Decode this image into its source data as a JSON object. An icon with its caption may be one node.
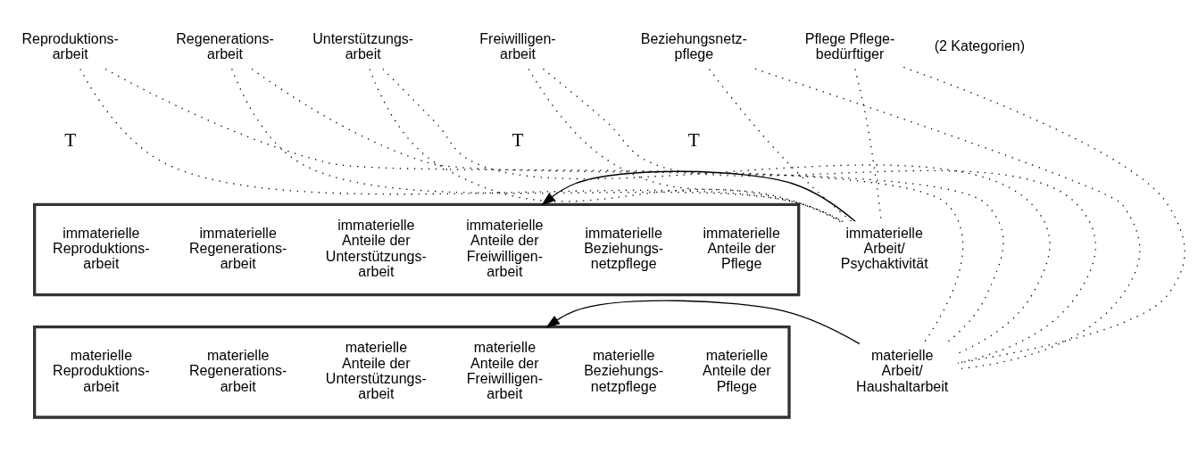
{
  "diagram": {
    "nodes": [
      {
        "text": [
          "Reproduktions- arbeit"
        ],
        "beside": [
          "T"
        ]
      },
      {
        "text": [
          "Regenerations- arbeit"
        ]
      },
      {
        "text": [
          "Unterstützungs- arbeit"
        ]
      },
      {
        "text": [
          "Freiwilligen- arbeit"
        ],
        "beside": [
          "T"
        ]
      },
      {
        "text": [
          "Beziehungsnetz- pflege"
        ],
        "beside": [
          "T"
        ]
      },
      {
        "text": [
          "Pflege Pflege- bedürftiger"
        ]
      },
      {
        "text": [],
        "shape": "box"
      },
      {
        "text": [
          "immaterielle Reproduktions- arbeit"
        ],
        "in": 6
      },
      {
        "text": [
          "immaterielle Regenerations- arbeit"
        ],
        "in": 6
      },
      {
        "text": [
          "immaterielle Anteile der Unterstützungs- arbeit"
        ],
        "in": 6
      },
      {
        "text": [
          "immaterielle Anteile der Freiwilligen- arbeit"
        ],
        "in": 6
      },
      {
        "text": [
          "immaterielle Beziehungs- netzpflege"
        ],
        "in": 6
      },
      {
        "text": [
          "immaterielle Anteile der Pflege"
        ],
        "in": 6
      },
      {
        "text": [],
        "shape": "box"
      },
      {
        "text": [
          "materielle Reproduktions- arbeit"
        ],
        "in": 13
      },
      {
        "text": [
          "materielle Regenerations- arbeit"
        ],
        "in": 13
      },
      {
        "text": [
          "materielle Anteile der Unterstützungs- arbeit"
        ],
        "in": 13
      },
      {
        "text": [
          "materielle Anteile der Freiwilligen- arbeit"
        ],
        "in": 13
      },
      {
        "text": [
          "materielle Beziehungs- netzpflege"
        ],
        "in": 13
      },
      {
        "text": [
          "materielle Anteile der Pflege"
        ],
        "in": 13
      },
      {
        "text": [
          "immaterielle Arbeit/ Psychaktivität"
        ]
      },
      {
        "text": [
          "materielle Arbeit/ Haushaltarbeit"
        ]
      }
    ],
    "edges": [
      {
        "from": 0,
        "to": 20,
        "arrow": "none",
        "style": "dashed"
      },
      {
        "from": 1,
        "to": 20,
        "arrow": "none",
        "style": "dashed"
      },
      {
        "from": 2,
        "to": 20,
        "arrow": "none",
        "style": "dashed"
      },
      {
        "from": 3,
        "to": 20,
        "arrow": "none",
        "style": "dashed"
      },
      {
        "from": 4,
        "to": 20,
        "arrow": "none",
        "style": "dashed"
      },
      {
        "from": 5,
        "to": 20,
        "arrow": "none",
        "style": "dashed"
      },
      {
        "from": 0,
        "to": 21,
        "arrow": "none",
        "style": "dashed"
      },
      {
        "from": 1,
        "to": 21,
        "arrow": "none",
        "style": "dashed"
      },
      {
        "from": 2,
        "to": 21,
        "arrow": "none",
        "style": "dashed"
      },
      {
        "from": 3,
        "to": 21,
        "arrow": "none",
        "style": "dashed"
      },
      {
        "from": 4,
        "to": 21,
        "arrow": "none",
        "style": "dashed"
      },
      {
        "from": 5,
        "to": 21,
        "arrow": "none",
        "style": "dashed"
      },
      {
        "from": 20,
        "to": 6,
        "arrow": "to"
      },
      {
        "from": 21,
        "to": 13,
        "arrow": "to"
      }
    ],
    "labels": [
      "(2 Kategorien)"
    ]
  }
}
